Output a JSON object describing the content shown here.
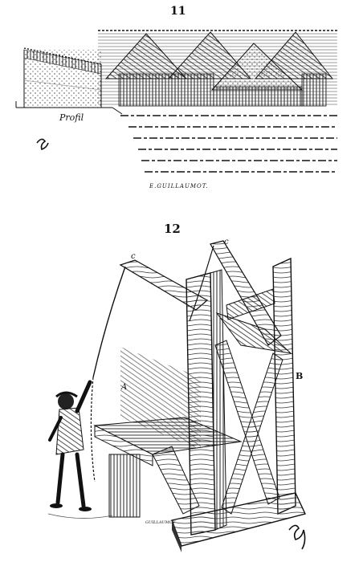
{
  "figure_11": {
    "number": "11",
    "profile_label": "Profil",
    "signature": "E.GUILLAUMOT."
  },
  "figure_12": {
    "number": "12",
    "label_c_left": "c",
    "label_c_right": "c",
    "label_b": "B",
    "label_a": "A",
    "engraver_mark": "GUILLAUMOT"
  }
}
